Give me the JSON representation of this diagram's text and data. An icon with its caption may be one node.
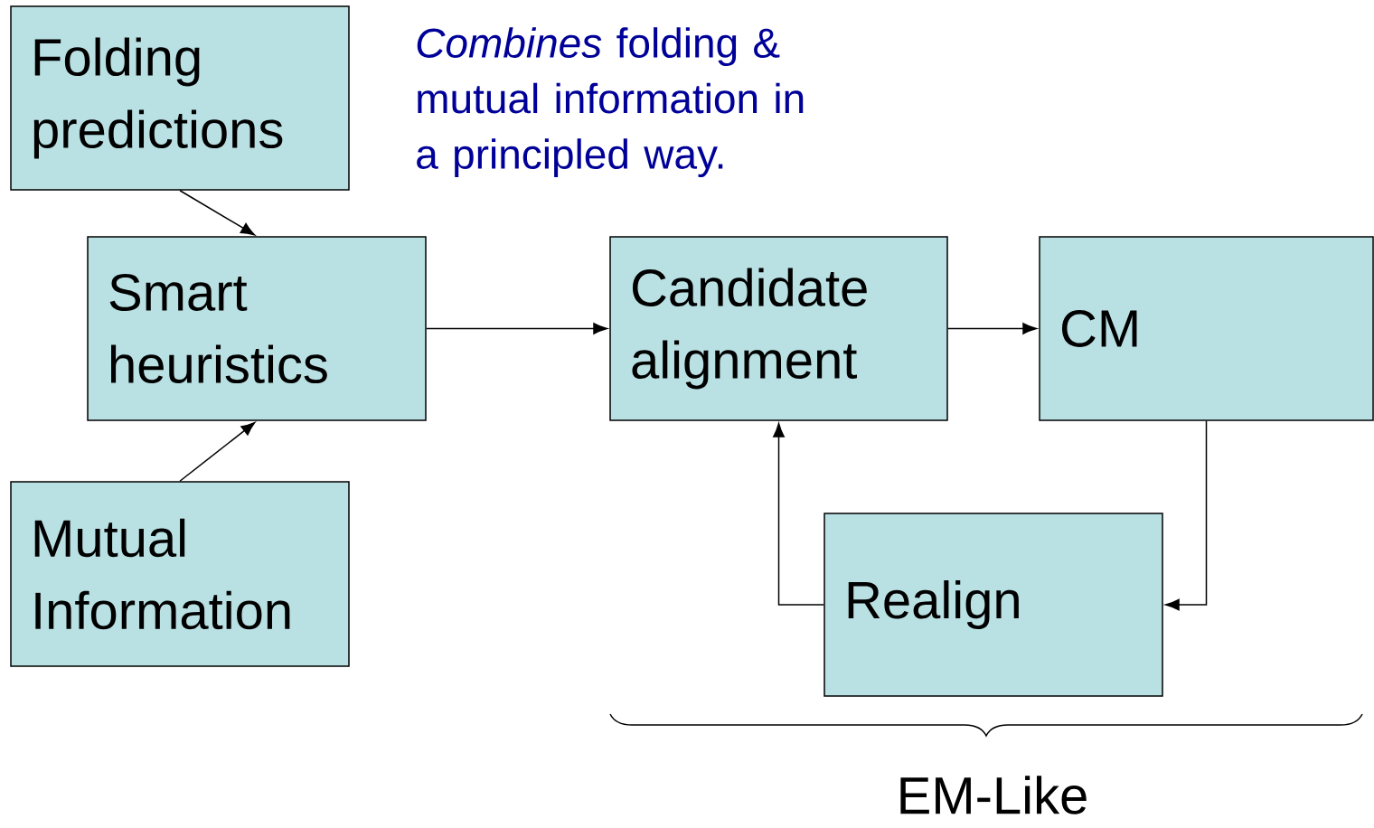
{
  "diagram": {
    "nodes": [
      {
        "text": [
          "Folding predictions"
        ]
      },
      {
        "text": [
          "Smart heuristics"
        ]
      },
      {
        "text": [
          "Mutual Information"
        ]
      },
      {
        "text": [
          "Candidate alignment"
        ]
      },
      {
        "text": [
          "CM"
        ]
      },
      {
        "text": [
          "Realign"
        ]
      }
    ],
    "edges": [
      {
        "from": 0,
        "to": 1,
        "arrow": "to"
      },
      {
        "from": 2,
        "to": 1,
        "arrow": "to"
      },
      {
        "from": 1,
        "to": 3,
        "arrow": "to"
      },
      {
        "from": 3,
        "to": 4,
        "arrow": "to"
      },
      {
        "from": 4,
        "to": 5,
        "arrow": "to"
      },
      {
        "from": 5,
        "to": 3,
        "arrow": "to"
      }
    ],
    "labels": [
      "*Combines* folding & mutual information in a principled way.",
      "EM-Like"
    ]
  }
}
